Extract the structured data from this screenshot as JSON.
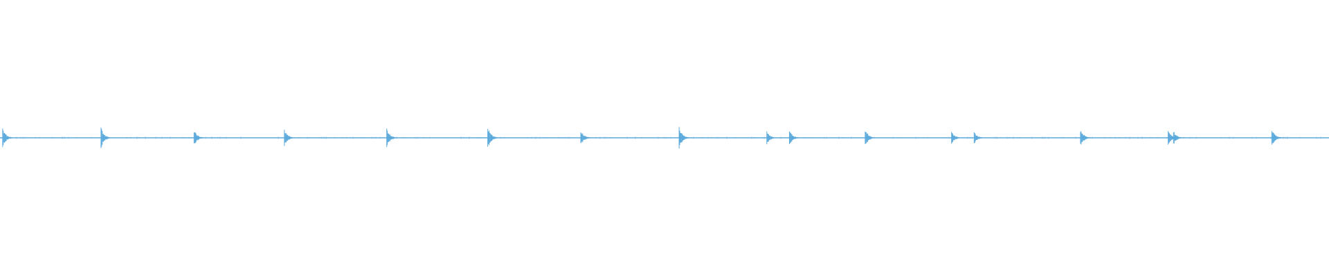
{
  "waveform": {
    "color": "#5aa9dc",
    "baseline_level": 0.0,
    "bursts": [
      {
        "position": 0.002,
        "amplitude": 0.035
      },
      {
        "position": 0.076,
        "amplitude": 0.04
      },
      {
        "position": 0.146,
        "amplitude": 0.03
      },
      {
        "position": 0.214,
        "amplitude": 0.032
      },
      {
        "position": 0.291,
        "amplitude": 0.038
      },
      {
        "position": 0.367,
        "amplitude": 0.04
      },
      {
        "position": 0.437,
        "amplitude": 0.03
      },
      {
        "position": 0.511,
        "amplitude": 0.04
      },
      {
        "position": 0.577,
        "amplitude": 0.025
      },
      {
        "position": 0.594,
        "amplitude": 0.028
      },
      {
        "position": 0.651,
        "amplitude": 0.035
      },
      {
        "position": 0.716,
        "amplitude": 0.025
      },
      {
        "position": 0.733,
        "amplitude": 0.022
      },
      {
        "position": 0.813,
        "amplitude": 0.035
      },
      {
        "position": 0.879,
        "amplitude": 0.028
      },
      {
        "position": 0.883,
        "amplitude": 0.026
      },
      {
        "position": 0.957,
        "amplitude": 0.036
      }
    ]
  }
}
